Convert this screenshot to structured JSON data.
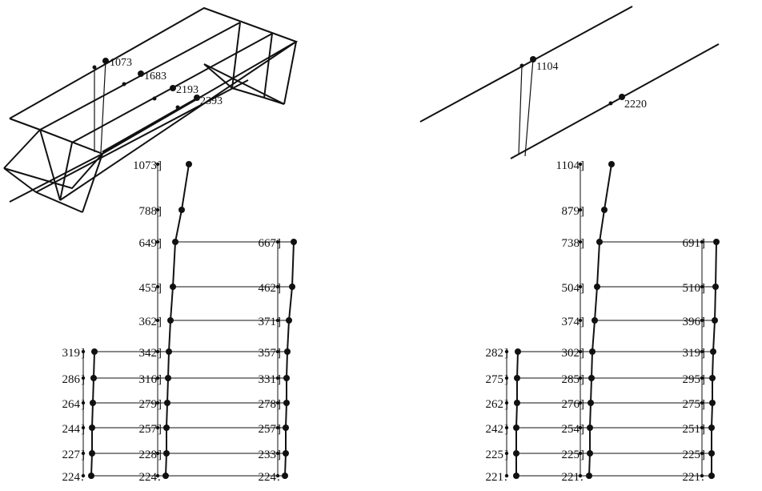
{
  "left_diagram": {
    "perspective_labels": [
      "1073",
      "1683",
      "2193",
      "2393"
    ],
    "columns": [
      {
        "name": "left-col",
        "labels": [
          "319",
          "286",
          "264",
          "244",
          "227",
          "224"
        ]
      },
      {
        "name": "center-col",
        "labels": [
          "1073",
          "788",
          "649",
          "455",
          "362",
          "342",
          "316",
          "279",
          "257",
          "228",
          "224"
        ]
      },
      {
        "name": "right-col",
        "labels": [
          "667",
          "462",
          "371",
          "357",
          "331",
          "278",
          "257",
          "233",
          "224"
        ]
      }
    ]
  },
  "right_diagram": {
    "perspective_labels": [
      "1104",
      "2220"
    ],
    "columns": [
      {
        "name": "left-col",
        "labels": [
          "282",
          "275",
          "262",
          "242",
          "225",
          "221"
        ]
      },
      {
        "name": "center-col",
        "labels": [
          "1104",
          "879",
          "738",
          "504",
          "374",
          "302",
          "285",
          "276",
          "254",
          "225",
          "221"
        ]
      },
      {
        "name": "right-col",
        "labels": [
          "691",
          "510",
          "396",
          "319",
          "295",
          "275",
          "251",
          "225",
          "221"
        ]
      }
    ]
  }
}
